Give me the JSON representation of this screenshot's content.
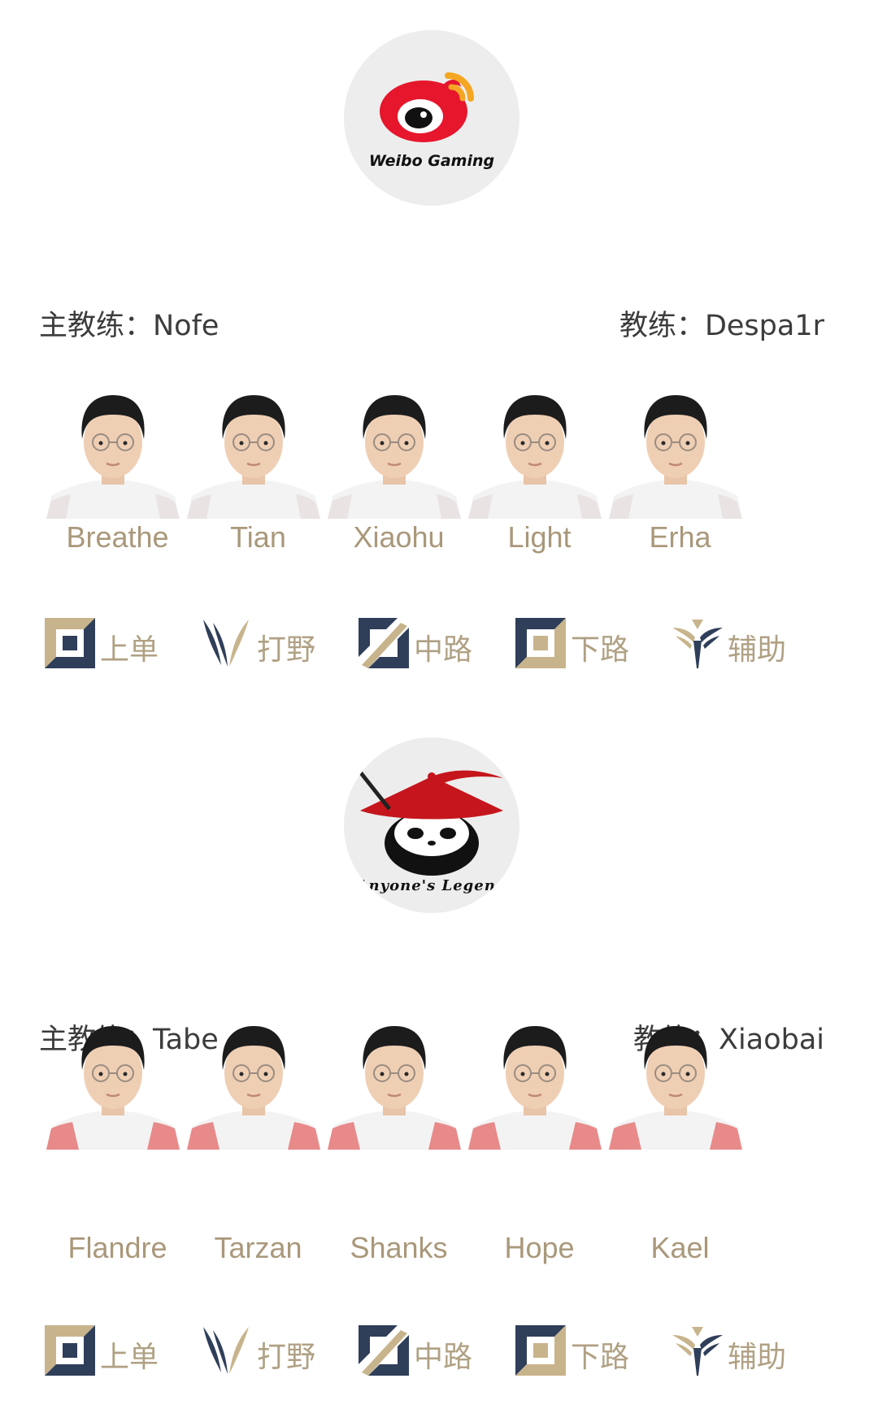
{
  "teams": [
    {
      "logo_text": "Weibo Gaming",
      "head_coach": "主教练：Nofe",
      "coach": "教练：Despa1r",
      "players": [
        "Breathe",
        "Tian",
        "Xiaohu",
        "Light",
        "Erha"
      ],
      "roles": [
        "上单",
        "打野",
        "中路",
        "下路",
        "辅助"
      ]
    },
    {
      "logo_text": "Anyone's Legend",
      "head_coach": "主教练：Tabe",
      "coach": "教练：Xiaobai",
      "players": [
        "Flandre",
        "Tarzan",
        "Shanks",
        "Hope",
        "Kael"
      ],
      "roles": [
        "上单",
        "打野",
        "中路",
        "下路",
        "辅助"
      ]
    }
  ],
  "icons": [
    "top-lane-icon",
    "jungle-icon",
    "mid-lane-icon",
    "bot-lane-icon",
    "support-icon"
  ],
  "colors": {
    "name_gold": "#a9987a",
    "icon_gold": "#c8b48c",
    "icon_navy": "#2f3e59",
    "weibo_red": "#e6162d",
    "weibo_orange": "#f5a623",
    "al_red": "#c4161c"
  }
}
